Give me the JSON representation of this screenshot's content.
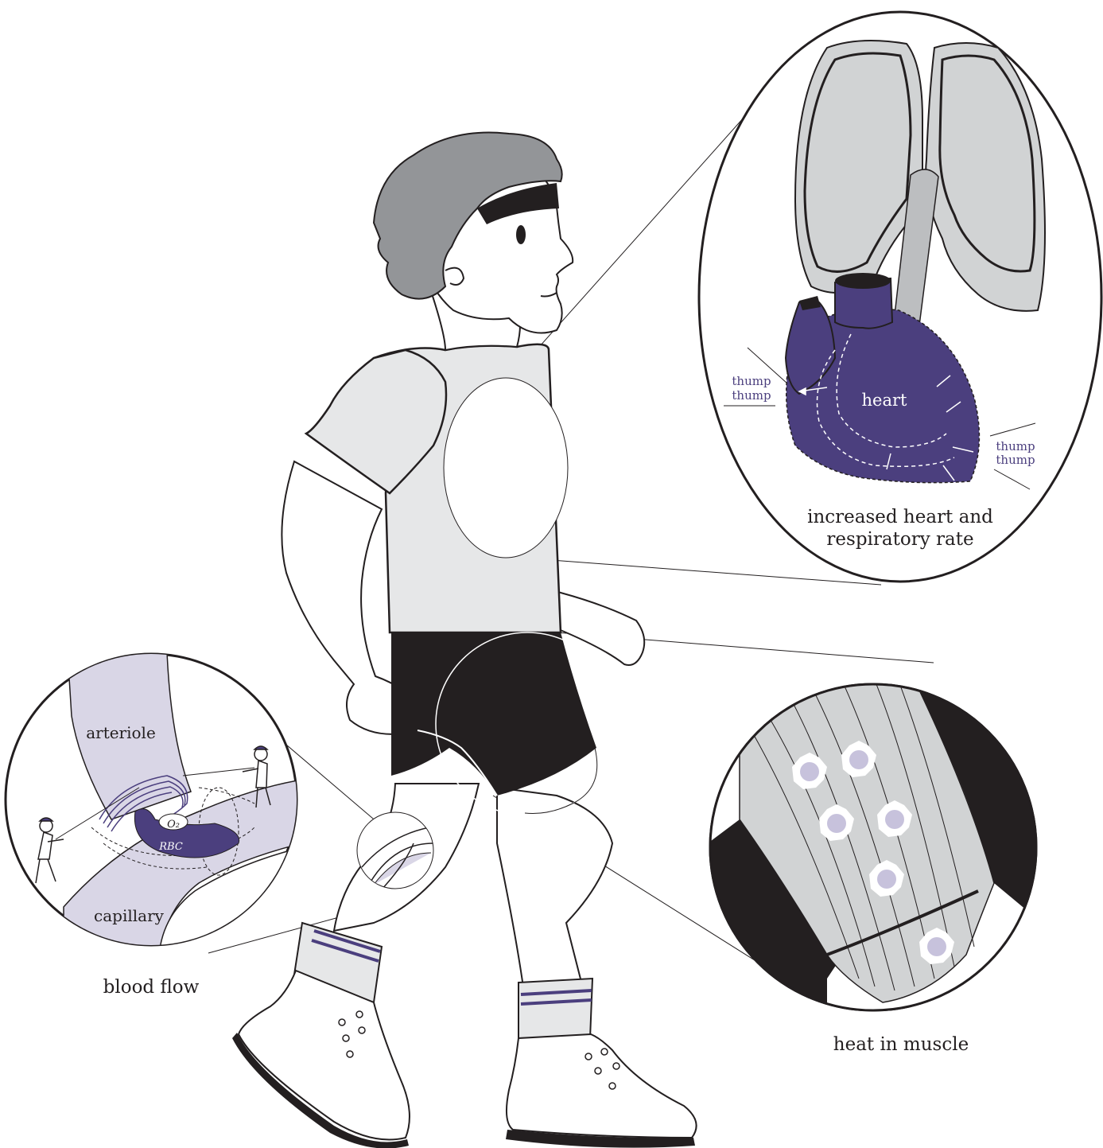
{
  "colors": {
    "ink": "#231f20",
    "hair": "#939598",
    "shirt": "#e6e7e8",
    "shorts": "#231f20",
    "lung": "#d1d3d4",
    "heart": "#4b3f7e",
    "vessel": "#d9d6e6",
    "sock_stripe": "#4b3f7e",
    "text_purple": "#4b3f7e"
  },
  "labels": {
    "heart_caption_line1": "increased heart and",
    "heart_caption_line2": "respiratory rate",
    "heart": "heart",
    "thump_left_1": "thump",
    "thump_left_2": "thump",
    "thump_right_1": "thump",
    "thump_right_2": "thump",
    "arteriole": "arteriole",
    "capillary": "capillary",
    "rbc": "RBC",
    "o2": "O₂",
    "blood_flow": "blood flow",
    "heat_in_muscle": "heat in muscle"
  },
  "icons": {
    "runner": "person-walking",
    "lungs": "lungs-icon",
    "heart": "heart-icon",
    "rbc": "red-blood-cell-icon",
    "heat": "heat-burst-icon"
  }
}
